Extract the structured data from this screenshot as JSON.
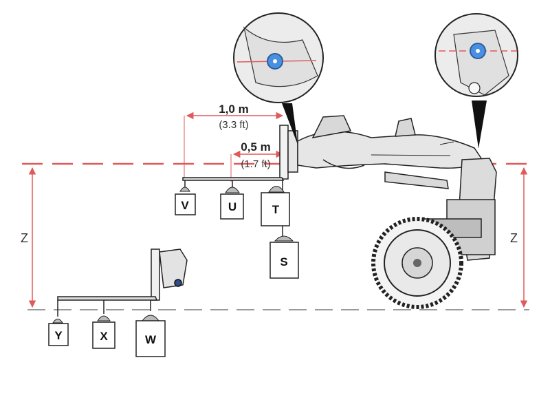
{
  "dimensions": {
    "long": {
      "value": "1,0 m",
      "imperial": "(3.3 ft)"
    },
    "short": {
      "value": "0,5 m",
      "imperial": "(1.7 ft)"
    }
  },
  "height_label": "Z",
  "weights": {
    "upper": [
      "V",
      "U",
      "T",
      "S"
    ],
    "lower": [
      "Y",
      "X",
      "W"
    ]
  },
  "colors": {
    "reference_line": "#e05a5a",
    "ground_line": "#999999",
    "pivot_marker": "#4a90e2",
    "machine": "#e6e6e6",
    "outline": "#222222"
  }
}
